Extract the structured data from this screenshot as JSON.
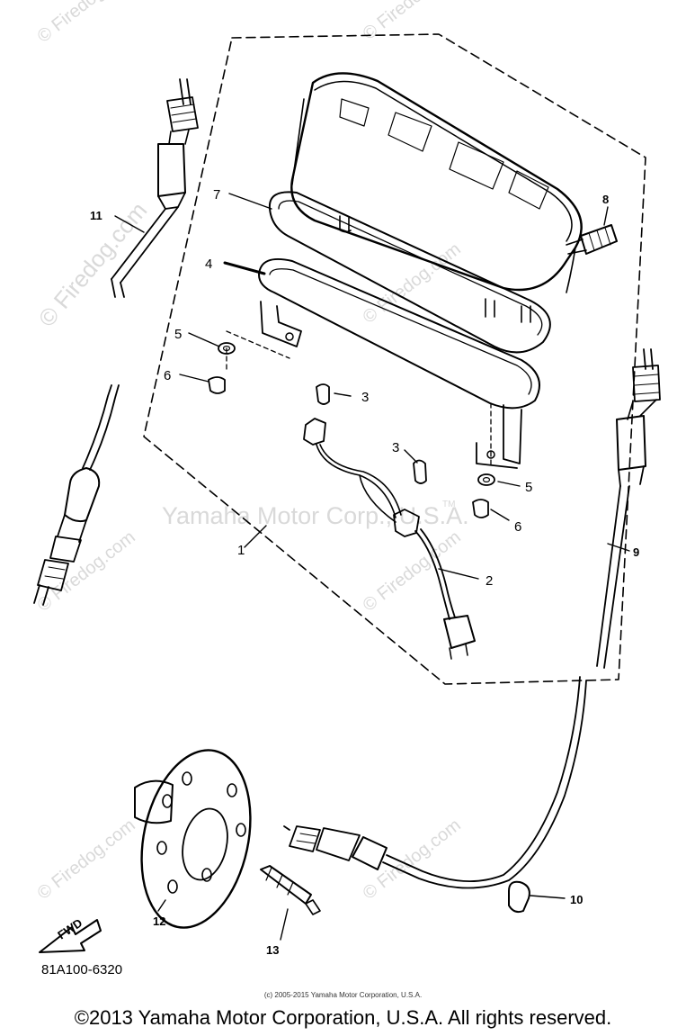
{
  "watermarks": {
    "site": "© Firedog.com",
    "brand": "Yamaha Motor Corp., U.S.A.",
    "tm": "TM"
  },
  "callouts": {
    "p1": "1",
    "p2": "2",
    "p3a": "3",
    "p3b": "3",
    "p4": "4",
    "p5a": "5",
    "p5b": "5",
    "p6a": "6",
    "p6b": "6",
    "p7": "7",
    "p8": "8",
    "p9": "9",
    "p10": "10",
    "p11": "11",
    "p12": "12",
    "p13": "13"
  },
  "fwd_label": "FWD",
  "diagram_code": "81A100-6320",
  "small_copyright": "(c) 2005-2015 Yamaha Motor Corporation, U.S.A.",
  "footer_copyright": "©2013 Yamaha Motor Corporation, U.S.A. All rights reserved."
}
